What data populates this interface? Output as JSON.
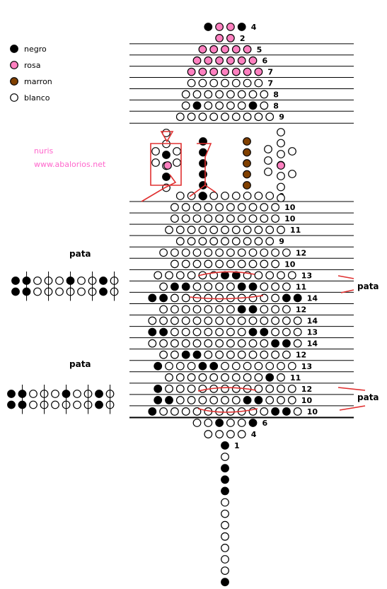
{
  "colors": {
    "negro": "#000000",
    "rosa": "#ff80c0",
    "marron": "#804000",
    "blanco": "#ffffff",
    "lines": "#000000",
    "guide": "#e03030",
    "credit": "#ff66cc"
  },
  "legend": [
    {
      "key": "n",
      "label": "negro"
    },
    {
      "key": "p",
      "label": "rosa"
    },
    {
      "key": "m",
      "label": "marron"
    },
    {
      "key": "w",
      "label": "blanco"
    }
  ],
  "credit": {
    "author": "nuris",
    "site": "www.abalorios.net"
  },
  "pata_label": "pata",
  "rows": [
    {
      "p": "nppn",
      "label": "4"
    },
    {
      "p": "pp",
      "label": "2"
    },
    {
      "p": "ppppp",
      "label": "5"
    },
    {
      "p": "pppppp",
      "label": "6"
    },
    {
      "p": "ppppppp",
      "label": "7"
    },
    {
      "p": "wwwwwww",
      "label": "7"
    },
    {
      "p": "wwwwwwww",
      "label": "8"
    },
    {
      "p": "wnwwwwnw",
      "label": "8"
    },
    {
      "p": "wwwwwwwww",
      "label": "9"
    },
    {
      "p": "wwwwwwwww",
      "label": "9"
    },
    {
      "p": "wwwwwwwwww",
      "label": "10"
    },
    {
      "p": "wwwwwwwwww",
      "label": "10"
    },
    {
      "p": "wwwwwwwwwww",
      "label": "11"
    },
    {
      "p": "wwwwwwwww",
      "label": "9"
    },
    {
      "p": "wwwwwwwwwwww",
      "label": "12"
    },
    {
      "p": "wwwwwwwwww",
      "label": "10"
    },
    {
      "p": "wwwwwwnnwwwww",
      "label": "13"
    },
    {
      "p": "wnnwwwwnnwww",
      "label": "11"
    },
    {
      "p": "nnwwwwwwwwwwnn",
      "label": "14"
    },
    {
      "p": "wwwwwwwnnwww",
      "label": "12"
    },
    {
      "p": "wwwwwwwwwwwwww",
      "label": "14"
    },
    {
      "p": "nnwwwwwwwnnwww",
      "label": "13"
    },
    {
      "p": "wwwwwwwwwwwnnw",
      "label": "14"
    },
    {
      "p": "wwnnwwwwwwww",
      "label": "12"
    },
    {
      "p": "nwwwnnwwwwwww",
      "label": "13"
    },
    {
      "p": "wwwwwwwwwnw",
      "label": "11"
    },
    {
      "p": "nwwwwwwwwwwww",
      "label": "12"
    },
    {
      "p": "nnwwwwwwnnwww",
      "label": "10"
    },
    {
      "p": "nwwwwwwwwwwnnw",
      "label": "10"
    },
    {
      "p": "wwnwwn",
      "label": "6"
    },
    {
      "p": "wwww",
      "label": "4"
    },
    {
      "p": "n",
      "label": "1"
    },
    {
      "p": "w",
      "label": ""
    },
    {
      "p": "n",
      "label": ""
    },
    {
      "p": "n",
      "label": ""
    },
    {
      "p": "n",
      "label": ""
    },
    {
      "p": "w",
      "label": ""
    },
    {
      "p": "w",
      "label": ""
    },
    {
      "p": "w",
      "label": ""
    },
    {
      "p": "w",
      "label": ""
    },
    {
      "p": "w",
      "label": ""
    },
    {
      "p": "w",
      "label": ""
    },
    {
      "p": "w",
      "label": ""
    },
    {
      "p": "n",
      "label": ""
    }
  ],
  "head_columns": [
    {
      "p": "wwnwnw"
    },
    {
      "p": "nnnnnn"
    },
    {
      "p": "mmmmm"
    },
    {
      "p": "wwwwwww"
    }
  ],
  "leg_strips": [
    {
      "top": "nnwwwnwwnw",
      "bottom": "nnwwwwwwnw"
    },
    {
      "top": "nnwwwnwwnw",
      "bottom": "nnwwwwwwnw"
    }
  ]
}
